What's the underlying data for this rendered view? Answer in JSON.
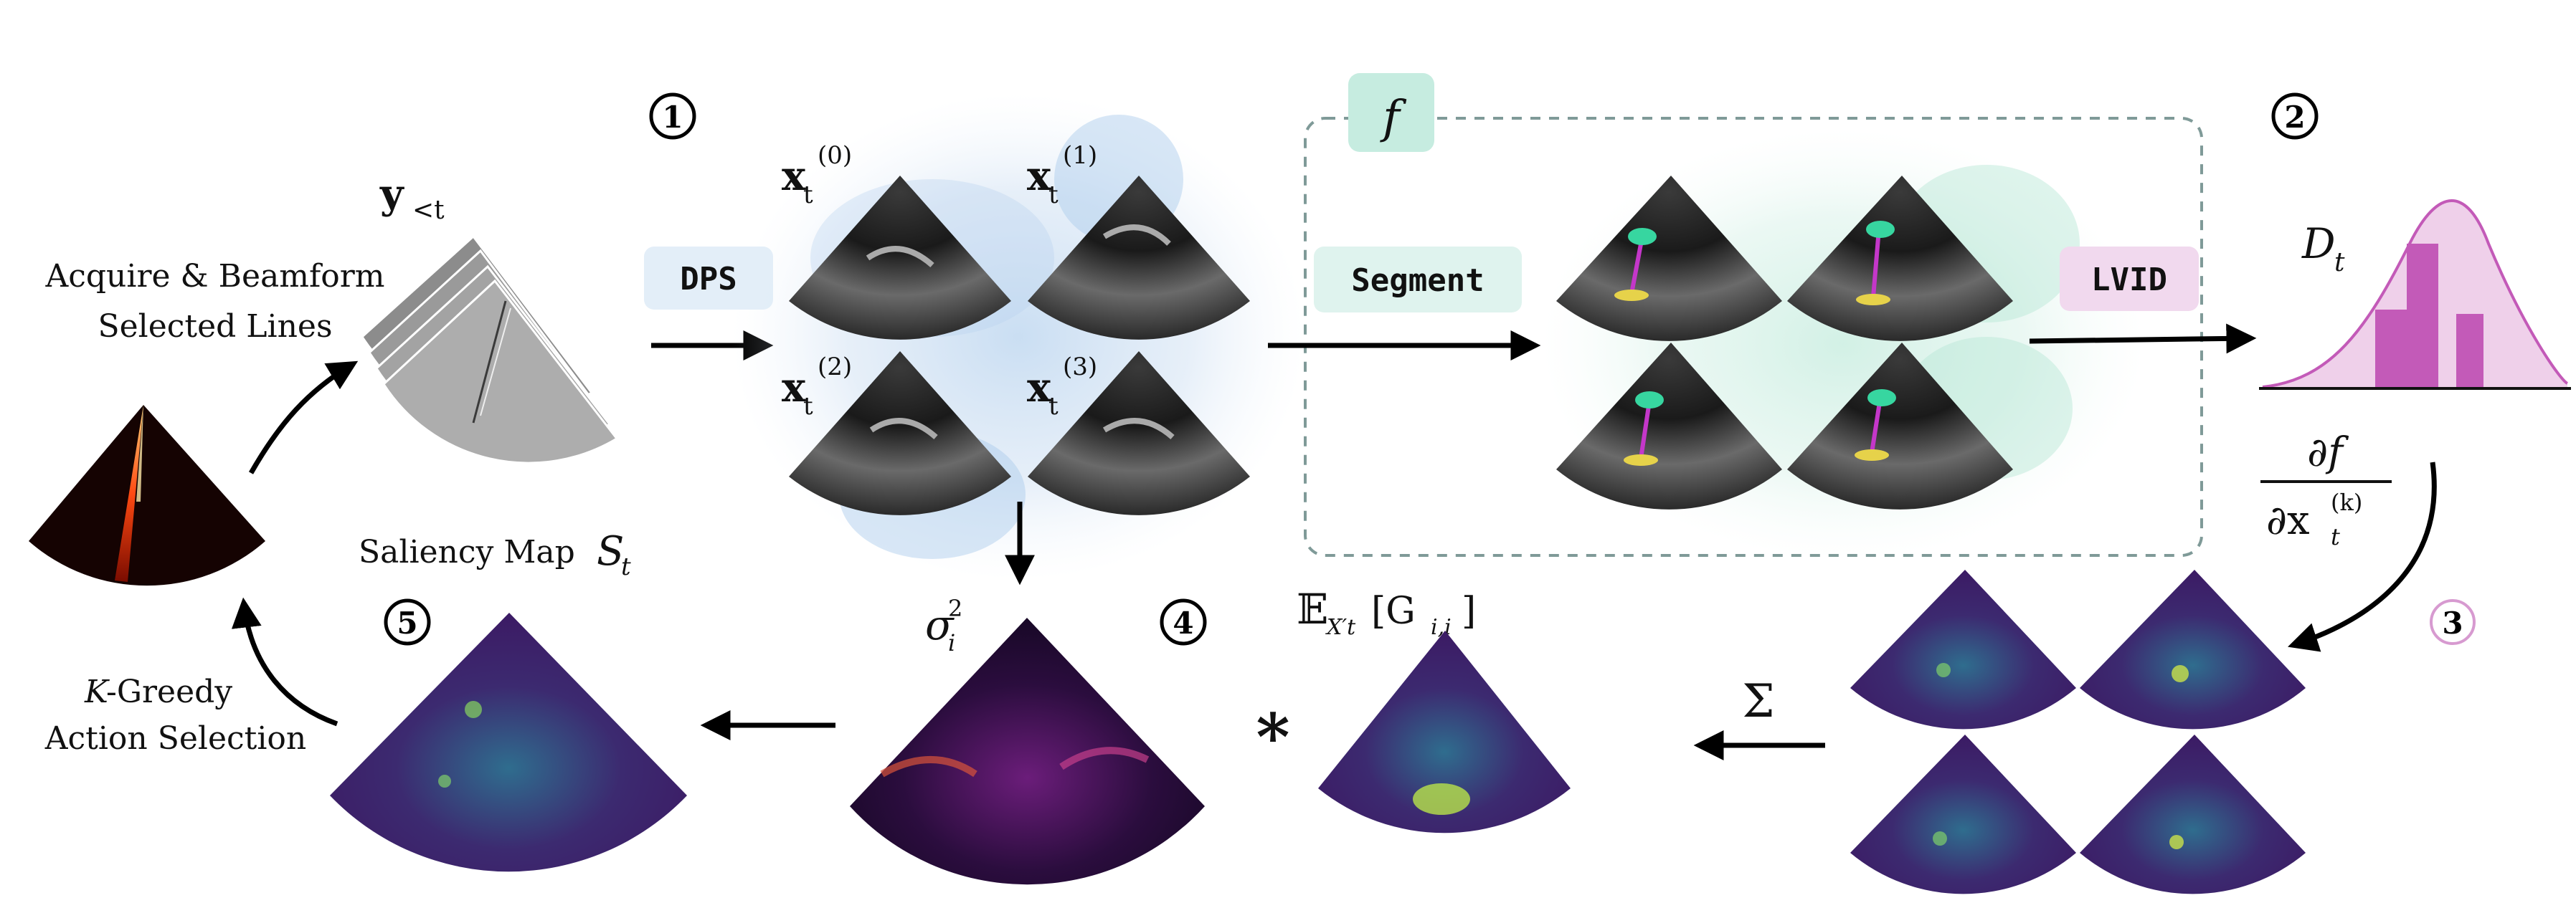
{
  "steps": [
    "1",
    "2",
    "3",
    "4",
    "5"
  ],
  "labels": {
    "acquire_line1": "Acquire & Beamform",
    "acquire_line2": "Selected Lines",
    "y_main": "y",
    "y_sub": "<t",
    "saliency_text": "Saliency Map",
    "saliency_sym": "S",
    "saliency_sub": "t",
    "greedy_k": "K",
    "greedy_rest": "-Greedy",
    "greedy_line2": "Action Selection",
    "f_label": "f",
    "sigma": "σ",
    "sigma_sub": "i",
    "sigma_sup": "2",
    "expect_E": "𝔼",
    "expect_sub": "X′t",
    "expect_body": "[G",
    "expect_body_sub": "i,i",
    "expect_close": "]",
    "sum_sym": "Σ",
    "star_sym": "*",
    "dt_main": "D",
    "dt_sub": "t",
    "grad_num": "∂f",
    "grad_den_main": "∂x",
    "grad_den_sub": "t",
    "grad_den_sup": "(k)",
    "x_main": "x",
    "x_sub": "t",
    "x0_sup": "(0)",
    "x1_sup": "(1)",
    "x2_sup": "(2)",
    "x3_sup": "(3)"
  },
  "boxes": {
    "dps": "DPS",
    "segment": "Segment",
    "lvid": "LVID"
  },
  "colors": {
    "dps_bg": "#e3eef8",
    "segment_bg": "#dff3ee",
    "lvid_bg": "#f1d9ee",
    "f_bg": "#c6ece0",
    "dist_purple": "#c35ab8",
    "dist_light": "#ecc8e6",
    "blue_halo": "#b8d3ee",
    "green_halo": "#bfeadb",
    "saliency_purple": "#3b1560",
    "magma_dark": "#1c0a2e",
    "step3_ring": "#d79ad0"
  }
}
